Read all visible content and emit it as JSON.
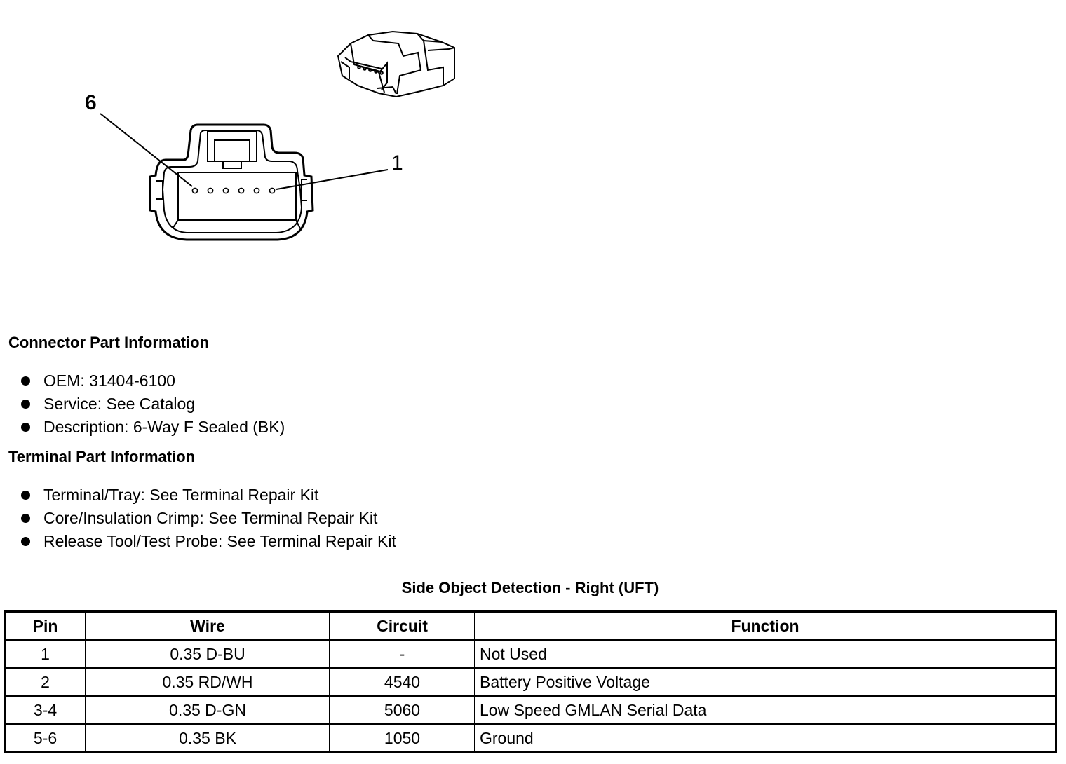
{
  "diagram": {
    "pin_label_left": "6",
    "pin_label_right": "1"
  },
  "connector_info": {
    "heading": "Connector Part Information",
    "items": [
      "OEM: 31404-6100",
      "Service: See Catalog",
      "Description: 6-Way F Sealed (BK)"
    ]
  },
  "terminal_info": {
    "heading": "Terminal Part Information",
    "items": [
      "Terminal/Tray: See Terminal Repair Kit",
      "Core/Insulation Crimp: See Terminal Repair Kit",
      "Release Tool/Test Probe: See Terminal Repair Kit"
    ]
  },
  "table": {
    "title": "Side Object Detection - Right (UFT)",
    "headers": [
      "Pin",
      "Wire",
      "Circuit",
      "Function"
    ],
    "rows": [
      [
        "1",
        "0.35 D-BU",
        "-",
        "Not Used"
      ],
      [
        "2",
        "0.35 RD/WH",
        "4540",
        "Battery Positive Voltage"
      ],
      [
        "3-4",
        "0.35 D-GN",
        "5060",
        "Low Speed GMLAN Serial Data"
      ],
      [
        "5-6",
        "0.35 BK",
        "1050",
        "Ground"
      ]
    ]
  }
}
